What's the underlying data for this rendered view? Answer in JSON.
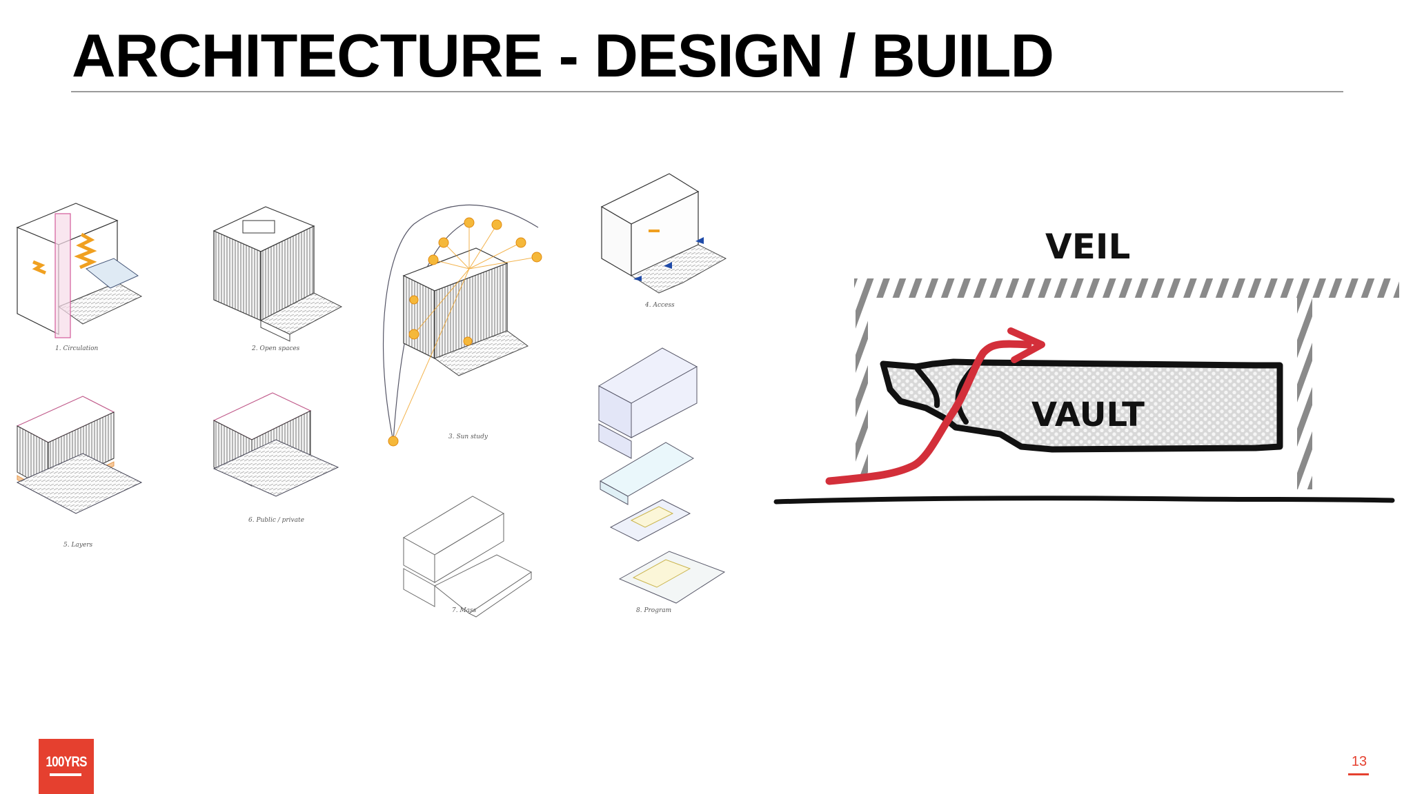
{
  "slide": {
    "title": "ARCHITECTURE - DESIGN / BUILD",
    "page_number": "13"
  },
  "logo": {
    "text": "100YRS",
    "color": "#e5402f"
  },
  "diagrams": {
    "captions": [
      "1. Circulation",
      "2. Open spaces",
      "3. Sun study",
      "4. Access",
      "5. Layers",
      "6. Public / private",
      "7. Mass",
      "8. Program"
    ]
  },
  "sketch": {
    "veil_label": "VEIL",
    "vault_label": "VAULT",
    "colors": {
      "path": "#d32f3a",
      "hatch": "#8a8a8a",
      "ink": "#111111"
    }
  }
}
